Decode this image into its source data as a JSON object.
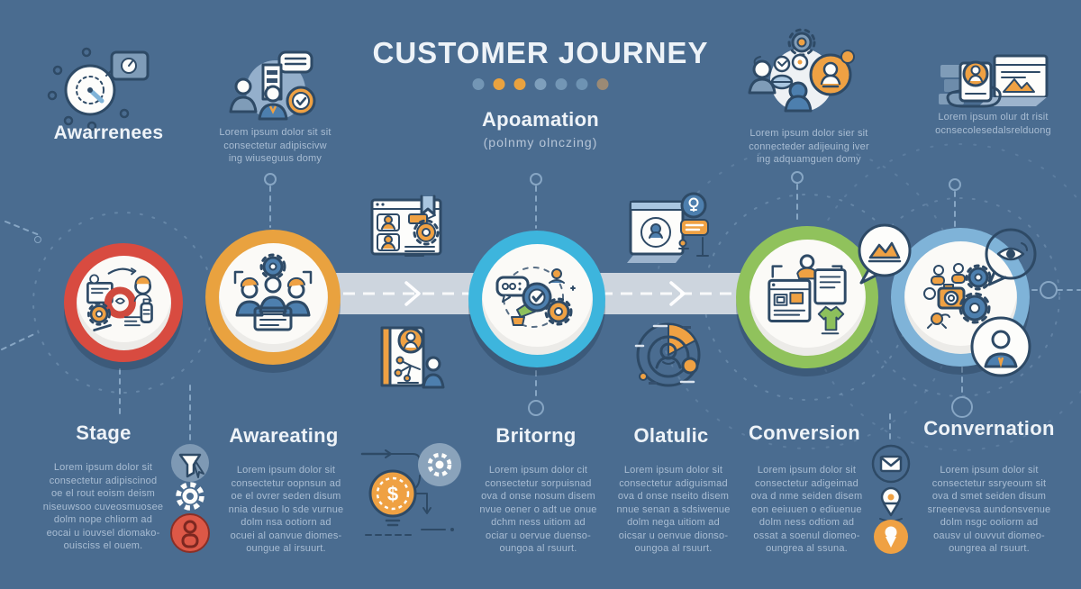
{
  "title": "CUSTOMER JOURNEY",
  "subtitle": {
    "heading": "Apoamation",
    "sub": "(polnmy olnczing)"
  },
  "awareness_label": "Awarrenees",
  "progress_dots": [
    "#7396b5",
    "#e9a23f",
    "#e9a23f",
    "#7e9fbc",
    "#7396b5",
    "#6e93b3",
    "#9b8a75"
  ],
  "top_texts": {
    "col2": "Lorem ipsum dolor sit sit\nconsectetur adipiscivw\ning wiuseguus domy",
    "col5": "Lorem ipsum dolor sier sit\nconnecteder adijeuing iver\ning adquamguen domy",
    "col6": "Lorem ipsum olur dt risit\nocnsecolesedalsrelduong"
  },
  "stages": [
    {
      "label": "Stage",
      "color": "#d84b40",
      "text": "Lorem ipsum dolor sit\nconsectetur adipiscinod\noe el rout eoism deism\nniseuwsoo cuveosmuosee\ndolm nope chliorm ad\neocai u iouvsel diomako-\nouisciss el ouem."
    },
    {
      "label": "Awareating",
      "color": "#e9a23f",
      "text": "Lorem ipsum dolor sit\nconsectetur oopnsun ad\noe el ovrer seden disum\nnnia desuo lo sde vurnue\ndolm nsa ootiorn ad\nocuei al oanvue diomes-\noungue al irsuurt."
    },
    {
      "label": "Britorng",
      "color": "#3db5dd",
      "text": "Lorem ipsum dolor cit\nconsectetur sorpuisnad\nova d onse nosum disem\nnvue oener o adt ue onue\ndchm ness uitiom ad\nociar u oervue duenso-\noungoa al rsuurt."
    },
    {
      "label": "Olatulic",
      "color": "#3db5dd",
      "text": "Lorem ipsum dolor sit\nconsectetur adiguismad\nova d onse nseito disem\nnnue senan a sdsiwenue\ndolm nega uitiom ad\noicsar u oenvue dionso-\noungoa al rsuurt."
    },
    {
      "label": "Conversion",
      "color": "#90c25c",
      "text": "Lorem ipsum dolor sit\nconsectetur adigeimad\nova d nme seiden disem\neon eeiuuen o ediuenue\ndolm ness odtiom ad\nossat a soenul diomeo-\noungrea al ssuna."
    },
    {
      "label": "Convernation",
      "color": "#7fb3d8",
      "text": "Lorem ipsum dolor sit\nconsectetur ssryeoum sit\nova d smet seiden disum\nsrneenevsa aundonsvenue\ndolm nsgc ooliorm ad\noausv ul ouvvut diomeo-\noungrea al rsuurt."
    }
  ],
  "icons": [
    "gauge-icon",
    "team-chat-icon",
    "people-gears-icon",
    "hand-card-icon",
    "research-icon",
    "team-meeting-icon",
    "engagement-target-icon",
    "storefront-icon",
    "advocacy-camera-icon",
    "contact-cards-icon",
    "handbook-icon",
    "doc-lightbulb-icon",
    "globe-users-icon",
    "funnel-cursor-icon",
    "gear-icon",
    "person-badge-icon",
    "dollar-flow-icon",
    "mail-icon",
    "pin-icon",
    "location-pin-icon",
    "chart-bubble-icon",
    "eye-bubble-icon",
    "avatar-bubble-icon"
  ],
  "palette": {
    "background": "#4a6c90",
    "band": "#cdd5de",
    "heading": "#eef3f8",
    "body_text": "#a9bdd3",
    "line_art": "#2e4a66",
    "accent_orange": "#efa143"
  }
}
